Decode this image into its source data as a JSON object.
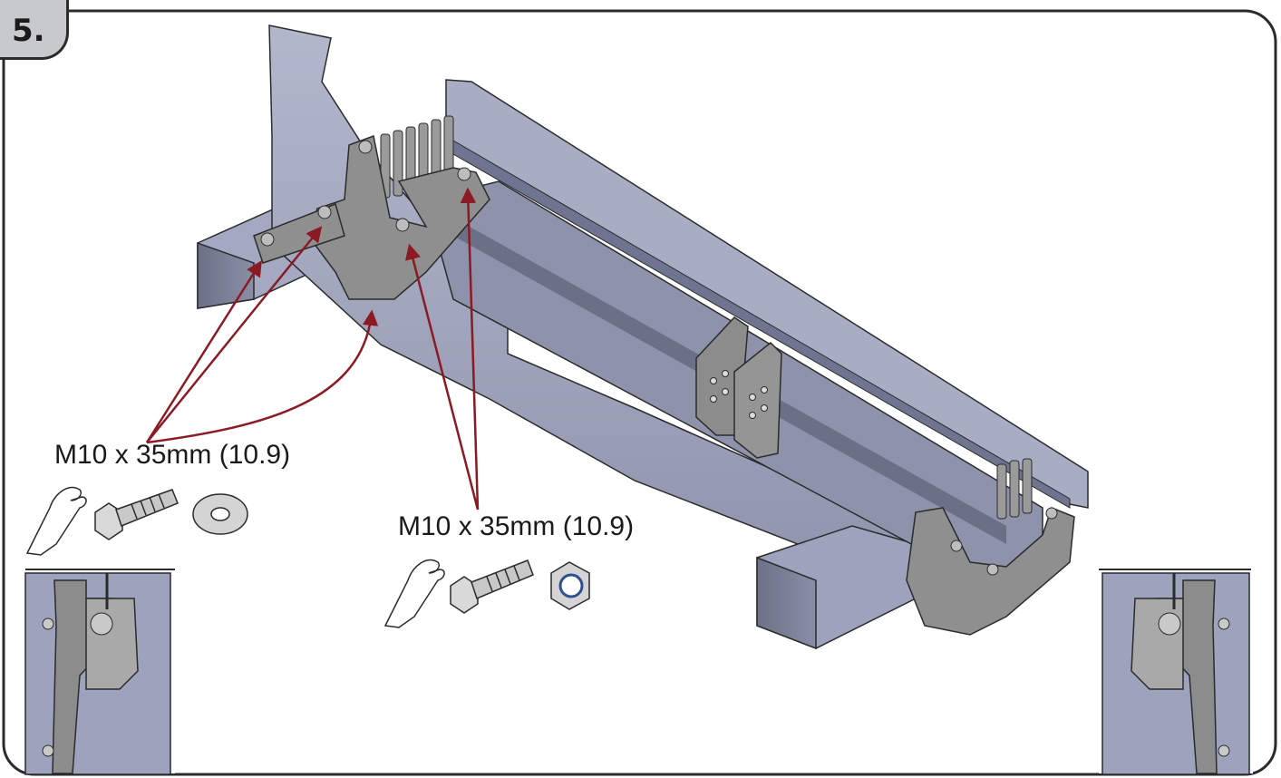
{
  "step": {
    "number": "5."
  },
  "fasteners": [
    {
      "label": "M10 x 35mm (10.9)",
      "items": [
        "hand-tighten-icon",
        "bolt-icon",
        "washer-icon"
      ]
    },
    {
      "label": "M10 x 35mm (10.9)",
      "items": [
        "hand-tighten-icon",
        "bolt-icon",
        "lock-nut-icon"
      ]
    }
  ],
  "colors": {
    "steel": "#9ea3bd",
    "steel_dark": "#6f7490",
    "bracket": "#8c8c8c",
    "arrow": "#8b1a24",
    "frame": "#2b2b2b"
  }
}
